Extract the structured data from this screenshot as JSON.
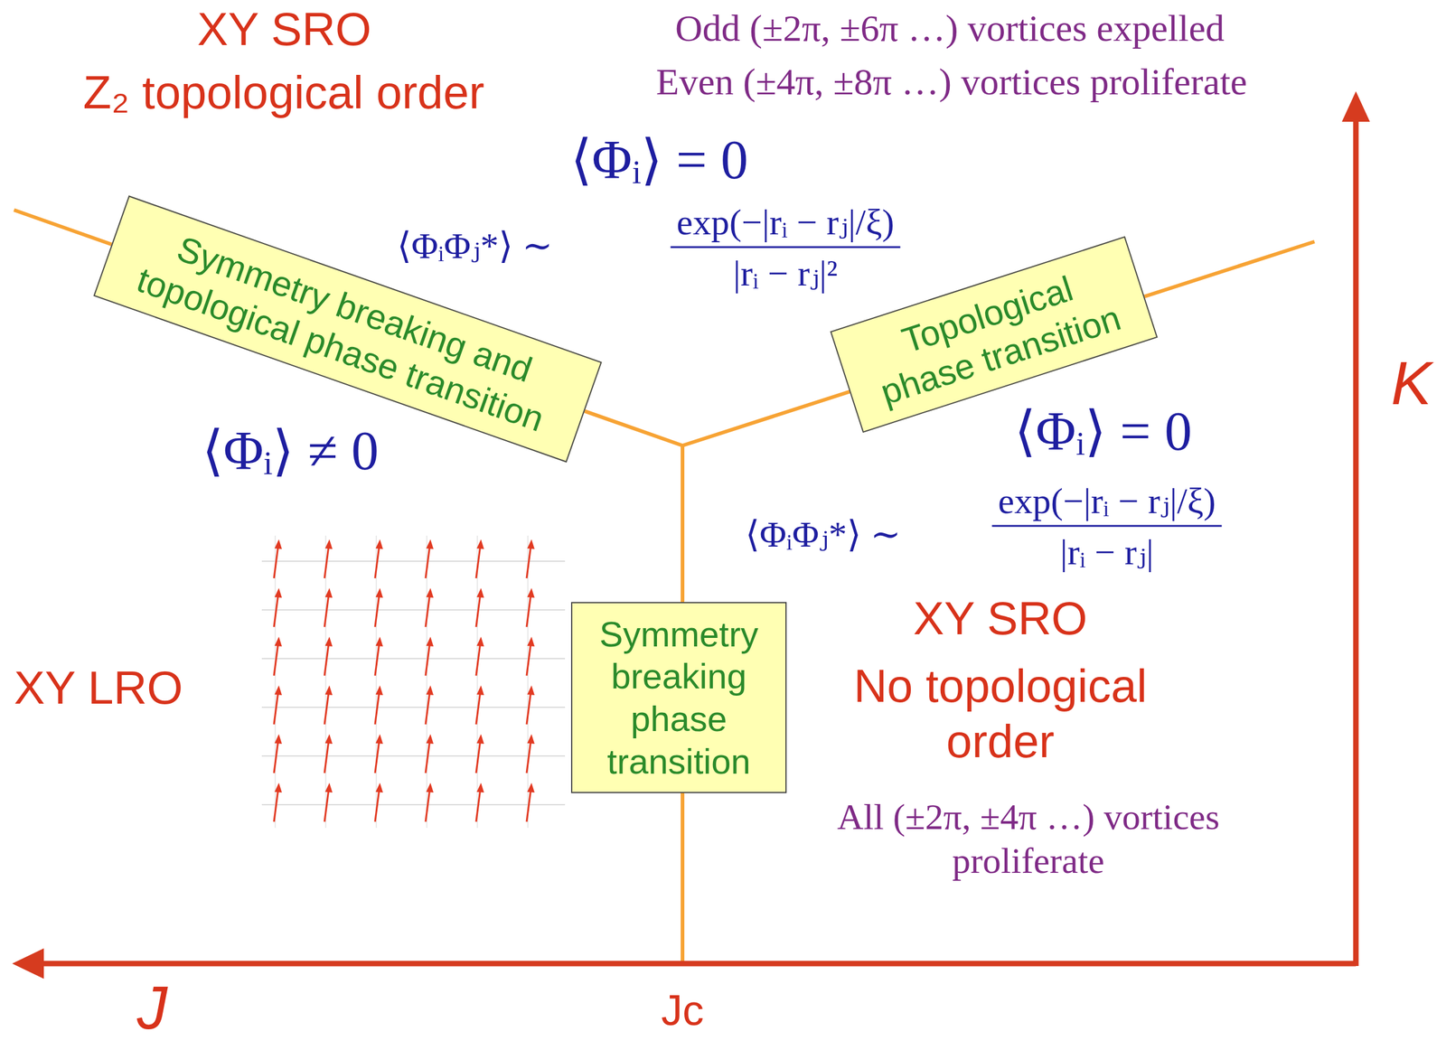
{
  "diagram": {
    "nodes": [
      {
        "text": [
          "Symmetry breaking and topological phase transition"
        ]
      },
      {
        "text": [
          "Topological phase transition"
        ]
      },
      {
        "text": [
          "Symmetry breaking phase transition"
        ]
      }
    ],
    "labels": [
      "XY SRO",
      "Z₂ topological order",
      "Odd (±2π, ±6π …) vortices expelled",
      "Even (±4π, ±8π …) vortices proliferate",
      "⟨Φᵢ⟩ = 0",
      "⟨ΦᵢΦⱼ*⟩ ∼",
      "exp(−|rᵢ − rⱼ|/ξ)",
      "|rᵢ − rⱼ|²",
      "⟨Φᵢ⟩ ≠ 0",
      "⟨Φᵢ⟩ = 0",
      "⟨ΦᵢΦⱼ*⟩ ∼",
      "exp(−|rᵢ − rⱼ|/ξ)",
      "|rᵢ − rⱼ|",
      "XY LRO",
      "XY SRO",
      "No topological order",
      "All (±2π, ±4π …) vortices proliferate",
      "K",
      "J",
      "Jc"
    ]
  }
}
